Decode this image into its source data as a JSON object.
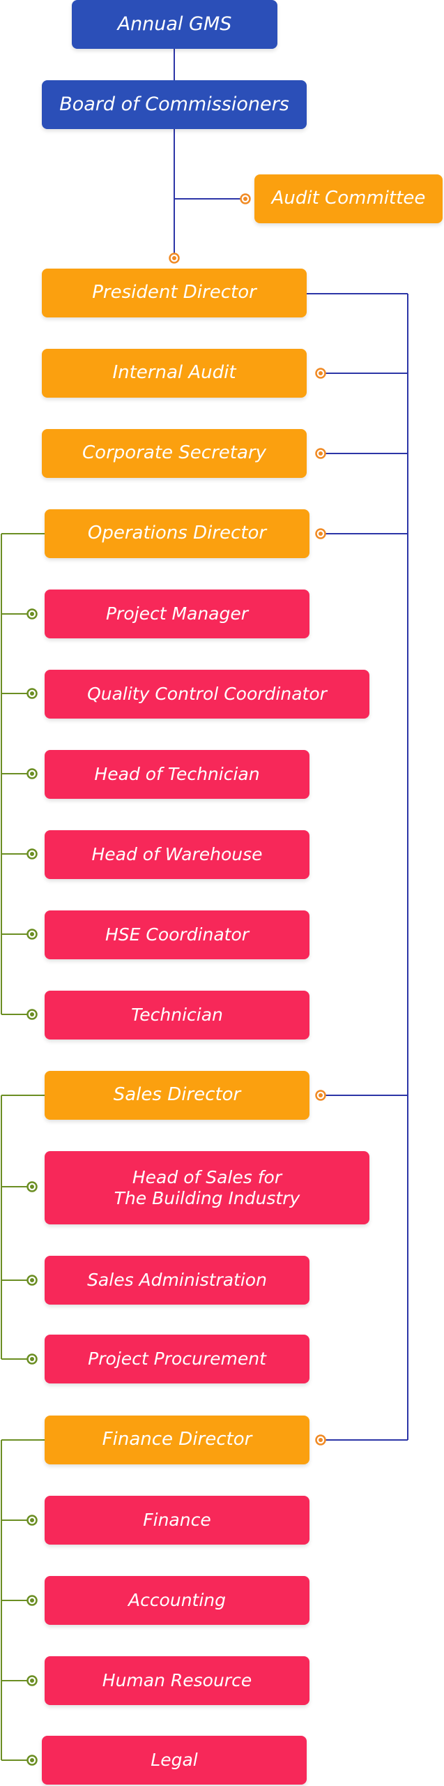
{
  "colors": {
    "governance": "#2b4fb8",
    "director": "#fba00f",
    "unit": "#f72859",
    "line_blue": "#2c35a7",
    "line_green": "#6b8e23",
    "dot_orange": "#f08a24",
    "dot_green": "#6b8e23"
  },
  "nodes": {
    "annual_gms": "Annual GMS",
    "board": "Board of Commissioners",
    "audit_committee": "Audit Committee",
    "president": "President Director",
    "internal_audit": "Internal Audit",
    "corporate_secretary": "Corporate Secretary",
    "operations": "Operations Director",
    "project_manager": "Project Manager",
    "quality_control": "Quality Control Coordinator",
    "head_technician": "Head of Technician",
    "head_warehouse": "Head of Warehouse",
    "hse": "HSE Coordinator",
    "technician": "Technician",
    "sales": "Sales Director",
    "head_sales": "Head of Sales for\nThe Building Industry",
    "sales_admin": "Sales Administration",
    "project_procurement": "Project Procurement",
    "finance_director": "Finance Director",
    "finance": "Finance",
    "accounting": "Accounting",
    "human_resource": "Human Resource",
    "legal": "Legal"
  }
}
